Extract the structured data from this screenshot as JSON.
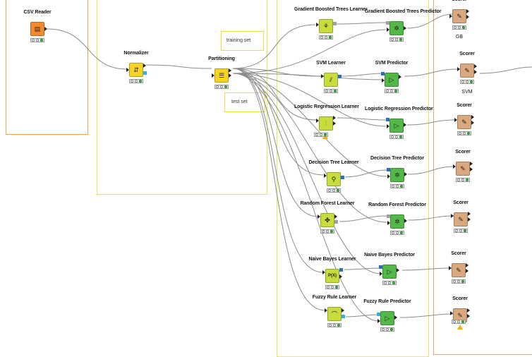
{
  "colors": {
    "annotation_orange": "#f6a24a",
    "annotation_yellow": "#ece84a",
    "annotation_small": "#f2dd3a",
    "source_node": "#f58a2c",
    "manipulator_node": "#f7d324",
    "learner_node": "#c8dc3e",
    "predictor_node": "#52b848",
    "scorer_node": "#d9a87e",
    "model_port_gbt": "#a0a0a0",
    "model_port_svm": "#2b6fbf",
    "model_port_cyan": "#2fb3d8"
  },
  "annotations": {
    "training_set": "training set",
    "test_set": "test set"
  },
  "nodes": {
    "csv_reader": "CSV Reader",
    "normalizer": "Normalizer",
    "partitioning": "Partitioning",
    "gbt_learner": "Gradient Boosted Trees Learner",
    "gbt_predictor": "Gradient Boosted Trees Predictor",
    "svm_learner": "SVM Learner",
    "svm_predictor": "SVM Predictor",
    "lr_learner": "Logistic Regression Learner",
    "lr_predictor": "Logistic Regression Predictor",
    "dt_learner": "Decision Tree Learner",
    "dt_predictor": "Decision Tree Predictor",
    "rf_learner": "Random Forest Learner",
    "rf_predictor": "Random Forest Predictor",
    "nb_learner": "Naive Bayes Learner",
    "nb_predictor": "Naive Bayes Predictor",
    "fr_learner": "Fuzzy Rule Learner",
    "fr_predictor": "Fuzzy Rule Predictor",
    "scorer": "Scorer"
  },
  "scorer_labels": {
    "gb": "GB",
    "svm": "SVM"
  },
  "icons": {
    "csv_reader": "table-read-icon",
    "normalizer": "normalize-icon",
    "partitioning": "partition-icon",
    "learner": "learner-icon",
    "predictor": "predictor-icon",
    "scorer": "scorer-icon",
    "nb_learner_glyph": "P(X)"
  }
}
